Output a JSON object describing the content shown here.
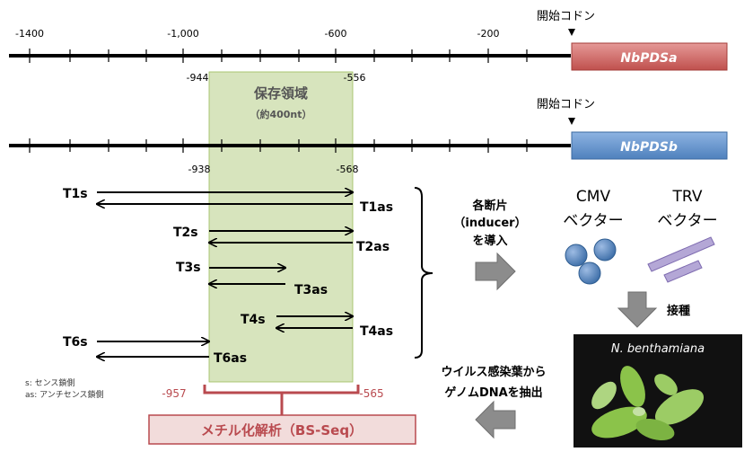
{
  "ruler": {
    "ticks": [
      "-1400",
      "-1,000",
      "-600",
      "-200"
    ]
  },
  "start_codon_label": "開始コドン",
  "genes": {
    "a": {
      "name": "NbPDSa",
      "color": "#c0504d"
    },
    "b": {
      "name": "NbPDSb",
      "color": "#4f81bd"
    }
  },
  "conserved_region": {
    "title": "保存領域",
    "subtitle": "（約400nt）",
    "top_bounds": [
      "-944",
      "-556"
    ],
    "bottom_bounds": [
      "-938",
      "-568"
    ],
    "color": "#d7e4bd"
  },
  "primers": [
    {
      "s": "T1s",
      "as": "T1as"
    },
    {
      "s": "T2s",
      "as": "T2as"
    },
    {
      "s": "T3s",
      "as": "T3as"
    },
    {
      "s": "T4s",
      "as": "T4as"
    },
    {
      "s": "T6s",
      "as": "T6as"
    }
  ],
  "inducer_text": [
    "各断片",
    "（inducer）",
    "を導入"
  ],
  "vectors": {
    "cmv": [
      "CMV",
      "ベクター"
    ],
    "trv": [
      "TRV",
      "ベクター"
    ],
    "cmv_color": "#4f81bd",
    "trv_color": "#b4a7d6"
  },
  "inoculation_label": "接種",
  "plant_label": "N. benthamiana",
  "extraction_text": [
    "ウイルス感染葉から",
    "ゲノムDNAを抽出"
  ],
  "legend": [
    "s: センス鎖側",
    "as: アンチセンス鎖側"
  ],
  "methylation": {
    "range": [
      "-957",
      "-565"
    ],
    "title": "メチル化解析（BS-Seq）",
    "color": "#b94a4f",
    "fill": "#f2dcdb"
  }
}
